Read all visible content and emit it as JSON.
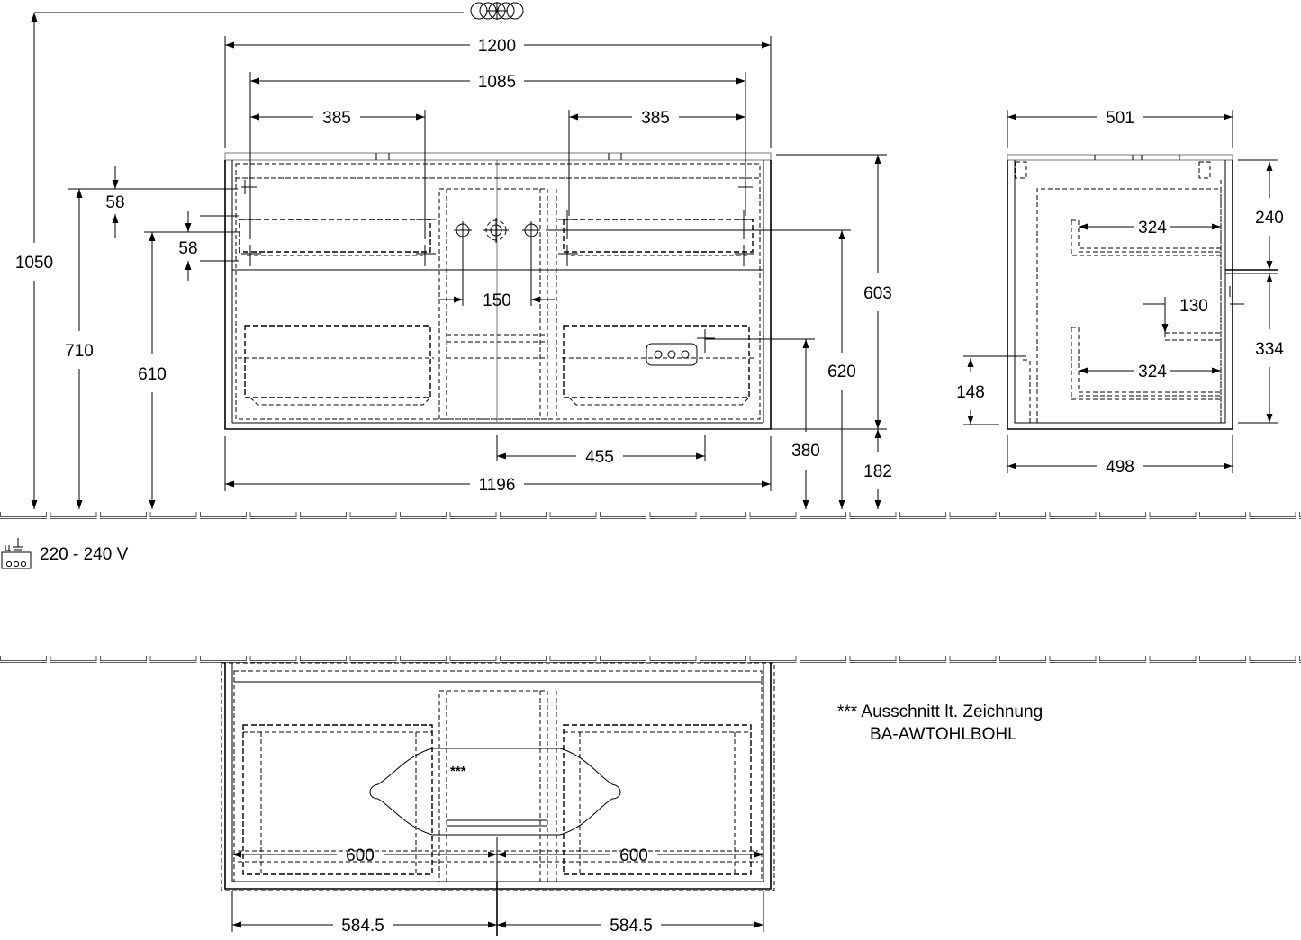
{
  "front_view": {
    "width_total": "1200",
    "width_inner": "1085",
    "drawer_left_width": "385",
    "drawer_right_width": "385",
    "offset_top_a": "58",
    "offset_top_b": "58",
    "overall_height": "1050",
    "height_710": "710",
    "height_610": "610",
    "siphon_spacing": "150",
    "height_603": "603",
    "height_620": "620",
    "height_380": "380",
    "socket_offset": "455",
    "plinth_height": "182",
    "width_bottom": "1196"
  },
  "side_view": {
    "depth_top": "501",
    "depth_bottom": "498",
    "top_height": "240",
    "lower_height": "334",
    "drawer_depth_upper": "324",
    "drawer_depth_lower": "324",
    "siphon_offset": "130",
    "socket_height": "148"
  },
  "top_view": {
    "half_left": "600",
    "half_right": "600",
    "cut_left": "584.5",
    "cut_right": "584.5",
    "cutout_marker": "***"
  },
  "legend": {
    "voltage": "220 - 240 V",
    "note_line1": "*** Ausschnitt lt. Zeichnung",
    "note_line2": "BA-AWTOHLBOHL"
  }
}
